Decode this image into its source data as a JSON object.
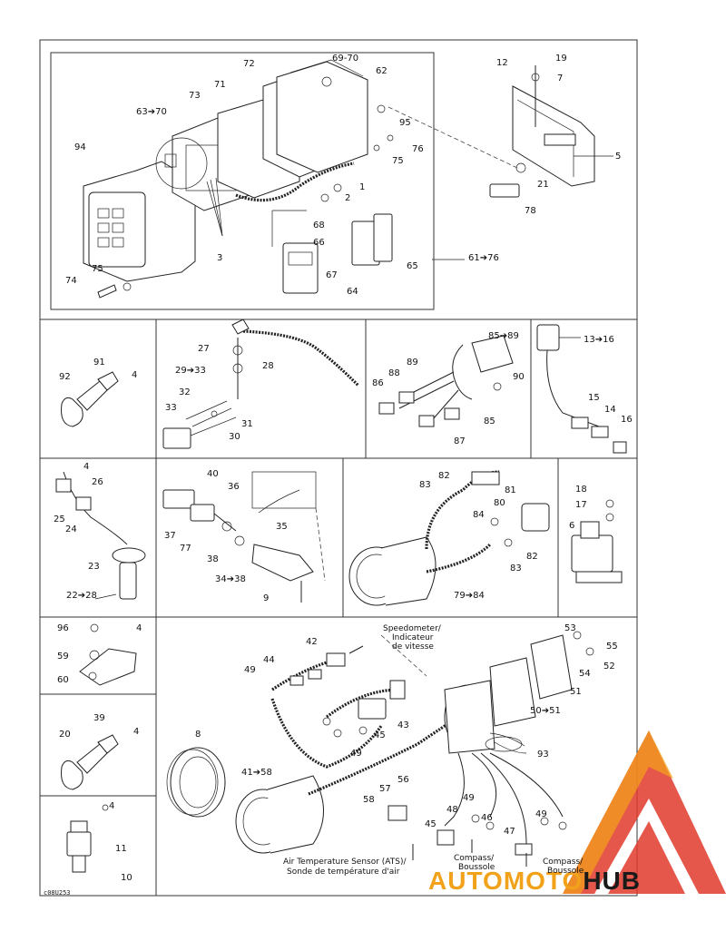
{
  "diagram_code": "c08U253",
  "watermark": {
    "part1": "AUTOMOTO",
    "part2": "HUB",
    "color_accent": "#f2a21a",
    "color_dark": "#1a1a1a",
    "color_red": "#e23a2b"
  },
  "labels": {
    "p72": "72",
    "p6970": "69-70",
    "p62": "62",
    "p19": "19",
    "p12": "12",
    "p7": "7",
    "p71": "71",
    "p73": "73",
    "p6370": "63➔70",
    "p95": "95",
    "p76": "76",
    "p75b": "75",
    "p5": "5",
    "p94": "94",
    "p1": "1",
    "p2": "2",
    "p21": "21",
    "p78": "78",
    "p68": "68",
    "p66": "66",
    "p3": "3",
    "p67": "67",
    "p65": "65",
    "p6176": "61➔76",
    "p75": "75",
    "p74": "74",
    "p64": "64",
    "p91": "91",
    "p4a": "4",
    "p92": "92",
    "p27": "27",
    "p28": "28",
    "p2933": "29➔33",
    "p32": "32",
    "p33": "33",
    "p31": "31",
    "p30": "30",
    "p8589": "85➔89",
    "p89": "89",
    "p88": "88",
    "p86": "86",
    "p90": "90",
    "p85": "85",
    "p87": "87",
    "p1316": "13➔16",
    "p15": "15",
    "p14": "14",
    "p16": "16",
    "p4b": "4",
    "p26": "26",
    "p25": "25",
    "p24": "24",
    "p23": "23",
    "p2228": "22➔28",
    "p40": "40",
    "p36": "36",
    "p35": "35",
    "p37": "37",
    "p77": "77",
    "p38": "38",
    "p3438": "34➔38",
    "p9": "9",
    "p82a": "82",
    "p83a": "83",
    "p81": "81",
    "p80": "80",
    "p84": "84",
    "p82b": "82",
    "p83b": "83",
    "p7984": "79➔84",
    "p18": "18",
    "p17": "17",
    "p6": "6",
    "p96": "96",
    "p4c": "4",
    "p59": "59",
    "p60": "60",
    "p39": "39",
    "p4d": "4",
    "p20": "20",
    "p4e": "4",
    "p11": "11",
    "p10": "10",
    "p42": "42",
    "p44": "44",
    "p49a": "49",
    "p43": "43",
    "p45a": "45",
    "p49b": "49",
    "p53": "53",
    "p55": "55",
    "p52": "52",
    "p54": "54",
    "p51": "51",
    "p5051": "50➔51",
    "p93": "93",
    "p8": "8",
    "p4158": "41➔58",
    "p57": "57",
    "p56": "56",
    "p58": "58",
    "p48": "48",
    "p49c": "49",
    "p46": "46",
    "p49d": "49",
    "p45b": "45",
    "p47": "47"
  },
  "notes": {
    "speedo_en": "Speedometer/",
    "speedo_fr1": "Indicateur",
    "speedo_fr2": "de vitesse",
    "ats_en": "Air Temperature Sensor (ATS)/",
    "ats_fr": "Sonde de température d'air",
    "compass1_en": "Compass/",
    "compass1_fr": "Boussole",
    "compass2_en": "Compass/",
    "compass2_fr": "Boussole"
  }
}
